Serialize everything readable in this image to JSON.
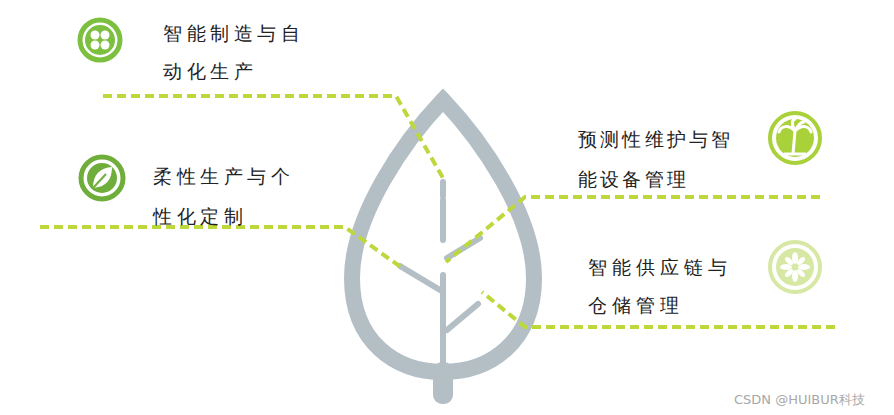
{
  "diagram": {
    "labels": [
      "智能制造与自动化生产",
      "柔性生产与个性化定制",
      "预测性维护与智能设备管理",
      "智能供应链与仓储管理",
      "CSDN @HUIBUR科技"
    ]
  }
}
